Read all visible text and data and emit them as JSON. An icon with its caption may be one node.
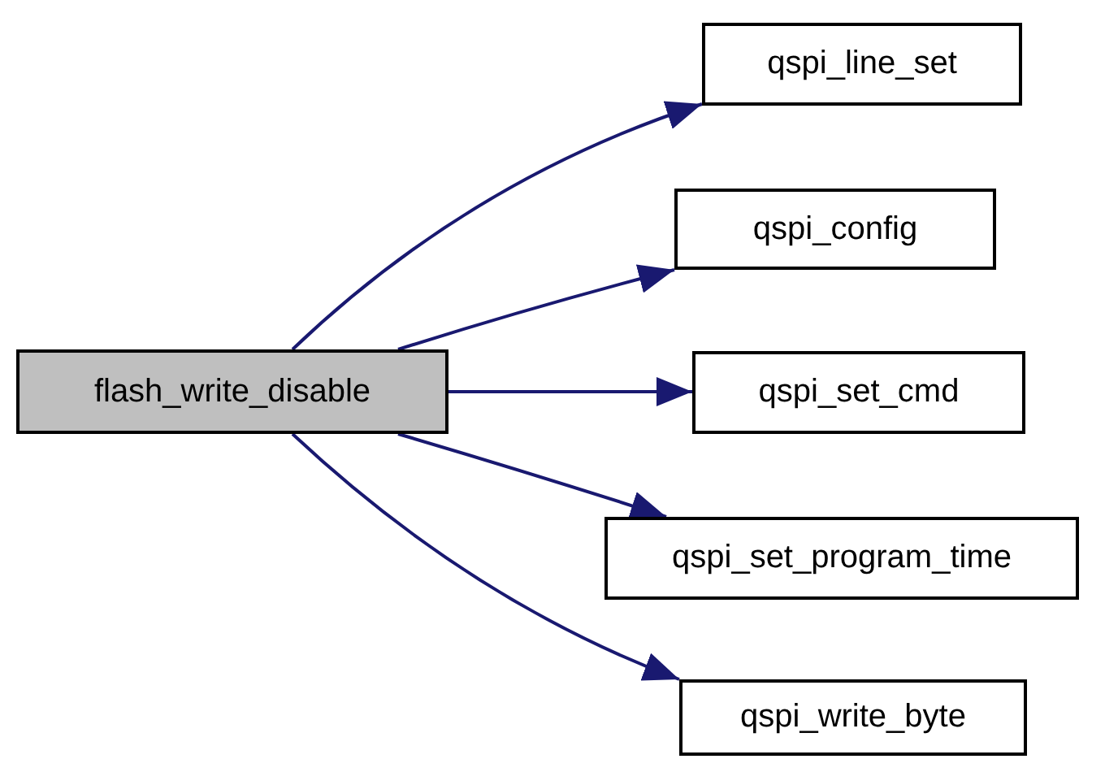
{
  "diagram": {
    "nodes": [
      {
        "text": [
          "flash_write_disable"
        ]
      },
      {
        "text": [
          "qspi_line_set"
        ]
      },
      {
        "text": [
          "qspi_config"
        ]
      },
      {
        "text": [
          "qspi_set_cmd"
        ]
      },
      {
        "text": [
          "qspi_set_program_time"
        ]
      },
      {
        "text": [
          "qspi_write_byte"
        ]
      }
    ],
    "edges": [
      {
        "from": 0,
        "to": 1,
        "arrow": "to"
      },
      {
        "from": 0,
        "to": 2,
        "arrow": "to"
      },
      {
        "from": 0,
        "to": 3,
        "arrow": "to"
      },
      {
        "from": 0,
        "to": 4,
        "arrow": "to"
      },
      {
        "from": 0,
        "to": 5,
        "arrow": "to"
      }
    ]
  }
}
